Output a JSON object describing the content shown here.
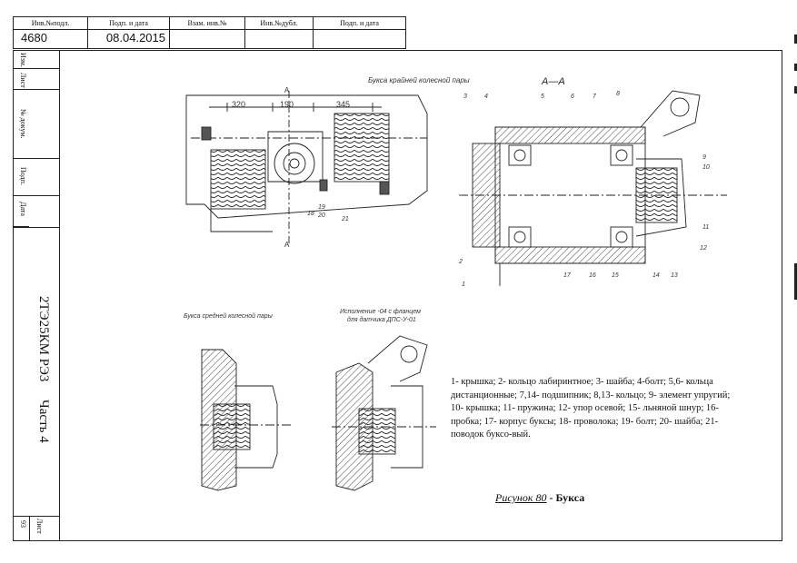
{
  "stamp": {
    "headers": [
      "Инв.№подл.",
      "Подп. и дата",
      "Взам. инв.№",
      "Инв.№дубл.",
      "Подп. и дата"
    ],
    "inv_no": "4680",
    "date": "08.04.2015"
  },
  "side": {
    "izm": "Изм.",
    "list": "Лист",
    "doc_no": "№ докум.",
    "podp": "Подп.",
    "data": "Дата",
    "doc_code": "2ТЭ25КМ  РЭ3",
    "part": "Часть 4",
    "page": "93",
    "list_bottom": "Лист"
  },
  "drawing": {
    "title_top": "Букса крайней колесной пары",
    "section": "А—А",
    "title_middle": "Букса средней колесной пары",
    "variant_note_line1": "Исполнение -04 с фланцем",
    "variant_note_line2": "для датчика ДПС-У-01",
    "dims": [
      "320",
      "190",
      "345"
    ],
    "cut_a_top": "А",
    "cut_a_bottom": "А",
    "callouts_top": [
      "3",
      "4",
      "5",
      "6",
      "7",
      "8"
    ],
    "callouts_right": [
      "9",
      "10",
      "11",
      "12"
    ],
    "callouts_bottom": [
      "1",
      "2",
      "17",
      "16",
      "15",
      "14",
      "13"
    ],
    "callouts_left": [
      "18",
      "19",
      "20",
      "21"
    ]
  },
  "legend": "1- крышка; 2- кольцо лабиринтное; 3- шайба; 4-болт; 5,6- кольца дистанционные; 7,14- подшипник; 8,13- кольцо; 9- элемент упругий; 10- крышка; 11- пружина; 12- упор осевой; 15- льняной шнур; 16- пробка; 17- корпус буксы; 18- проволока; 19- болт; 20- шайба; 21- поводок буксо-вый.",
  "caption": {
    "prefix": "Рисунок 80",
    "suffix": " - Букса"
  }
}
